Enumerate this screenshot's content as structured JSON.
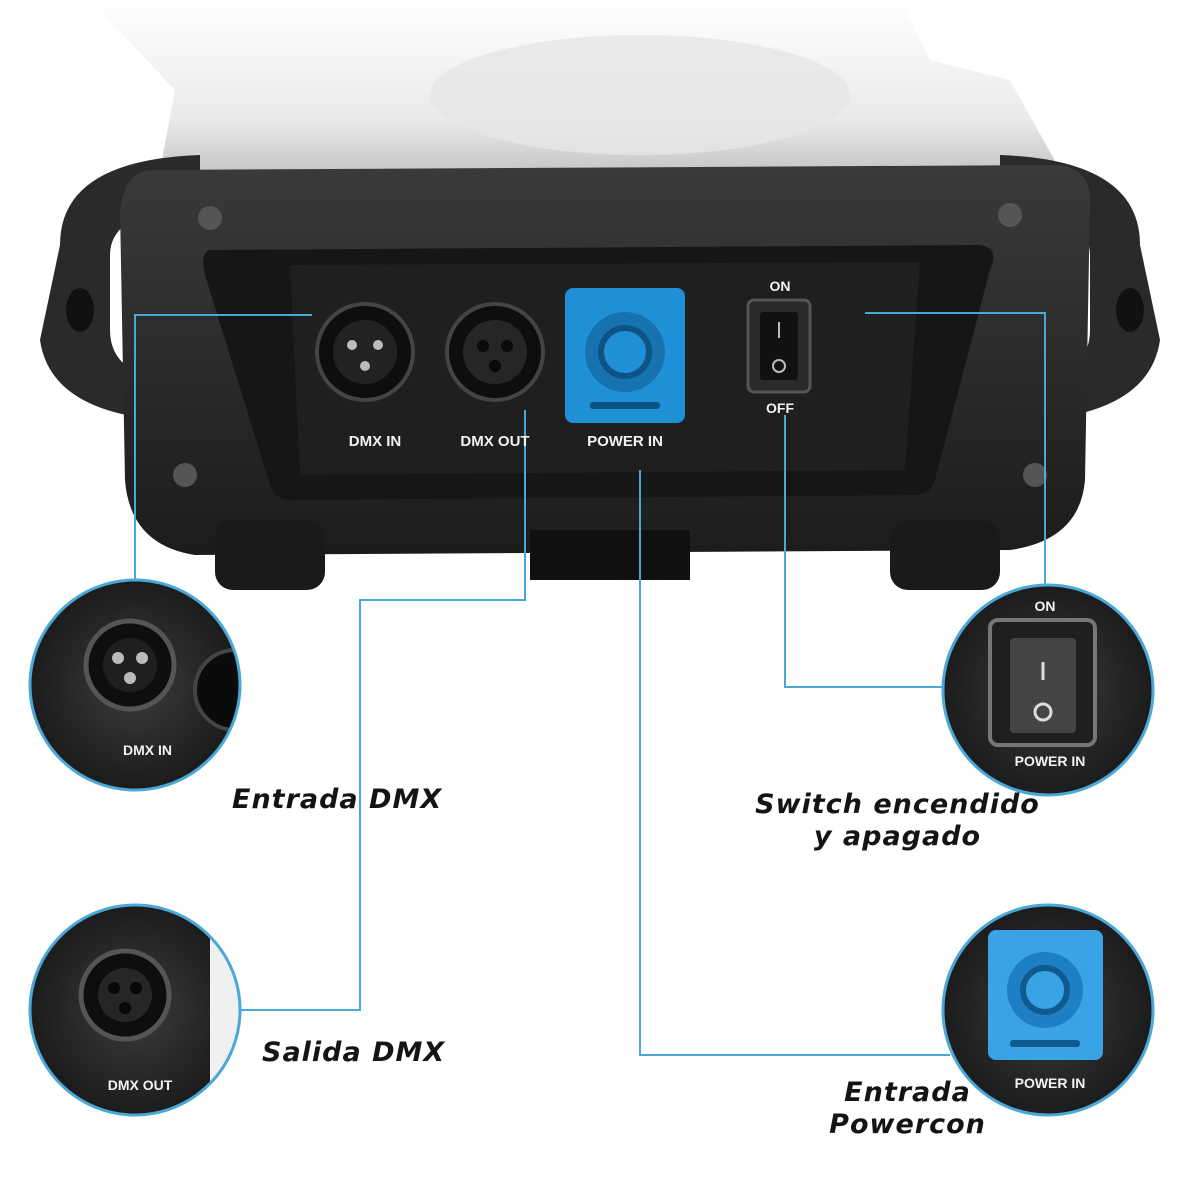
{
  "panel": {
    "dmx_in": "DMX IN",
    "dmx_out": "DMX OUT",
    "power_in": "POWER IN",
    "switch_on": "ON",
    "switch_off": "OFF"
  },
  "callouts": {
    "dmx_in": {
      "inset_label": "DMX IN",
      "caption": "Entrada DMX"
    },
    "dmx_out": {
      "inset_label": "DMX OUT",
      "caption": "Salida DMX"
    },
    "switch": {
      "inset_on": "ON",
      "inset_label": "POWER IN",
      "caption_line1": "Switch encendido",
      "caption_line2": "y apagado"
    },
    "power": {
      "inset_label": "POWER IN",
      "caption_line1": "Entrada",
      "caption_line2": "Powercon"
    }
  },
  "colors": {
    "leader_line": "#4aa8d8",
    "powercon_blue": "#1f8fd6",
    "body_dark": "#232323"
  }
}
